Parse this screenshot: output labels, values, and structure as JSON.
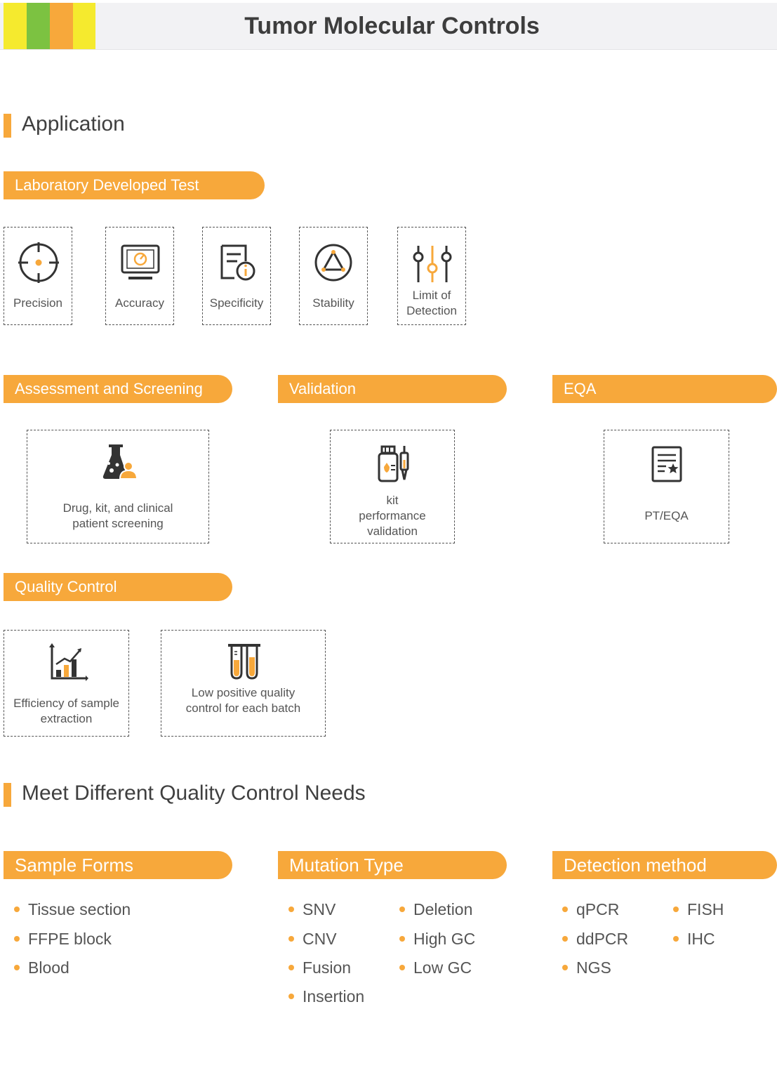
{
  "header": {
    "title": "Tumor Molecular Controls",
    "stripe_colors": [
      "#f5ea2e",
      "#7cc241",
      "#f7a83b",
      "#f5ea2e"
    ]
  },
  "accent_color": "#f7a83b",
  "application": {
    "heading": "Application",
    "ldt": {
      "label": "Laboratory Developed Test",
      "items": [
        {
          "label": "Precision",
          "icon": "crosshair-icon"
        },
        {
          "label": "Accuracy",
          "icon": "monitor-gauge-icon"
        },
        {
          "label": "Specificity",
          "icon": "document-info-icon"
        },
        {
          "label": "Stability",
          "icon": "triangle-circle-icon"
        },
        {
          "label_line1": "Limit of",
          "label_line2": "Detection",
          "icon": "sliders-icon"
        }
      ]
    },
    "assessment": {
      "label": "Assessment and Screening",
      "item": {
        "line1": "Drug, kit, and clinical",
        "line2": "patient screening",
        "icon": "flask-person-icon"
      }
    },
    "validation": {
      "label": "Validation",
      "item": {
        "line1": "kit",
        "line2": "performance",
        "line3": "validation",
        "icon": "bottle-dropper-icon"
      }
    },
    "eqa": {
      "label": "EQA",
      "item": {
        "line1": "PT/EQA",
        "icon": "document-star-icon"
      }
    },
    "quality_control": {
      "label": "Quality Control",
      "items": [
        {
          "line1": "Efficiency of sample",
          "line2": "extraction",
          "icon": "bar-chart-growth-icon"
        },
        {
          "line1": "Low positive quality",
          "line2": "control for each batch",
          "icon": "test-tubes-icon"
        }
      ]
    }
  },
  "needs": {
    "heading": "Meet Different Quality Control Needs",
    "sample_forms": {
      "label": "Sample Forms",
      "items": [
        "Tissue section",
        "FFPE block",
        "Blood"
      ]
    },
    "mutation_type": {
      "label": "Mutation Type",
      "col1": [
        "SNV",
        "CNV",
        "Fusion",
        "Insertion"
      ],
      "col2": [
        "Deletion",
        "High GC",
        "Low GC"
      ]
    },
    "detection_method": {
      "label": "Detection method",
      "col1": [
        "qPCR",
        "ddPCR",
        "NGS"
      ],
      "col2": [
        "FISH",
        "IHC"
      ]
    }
  }
}
